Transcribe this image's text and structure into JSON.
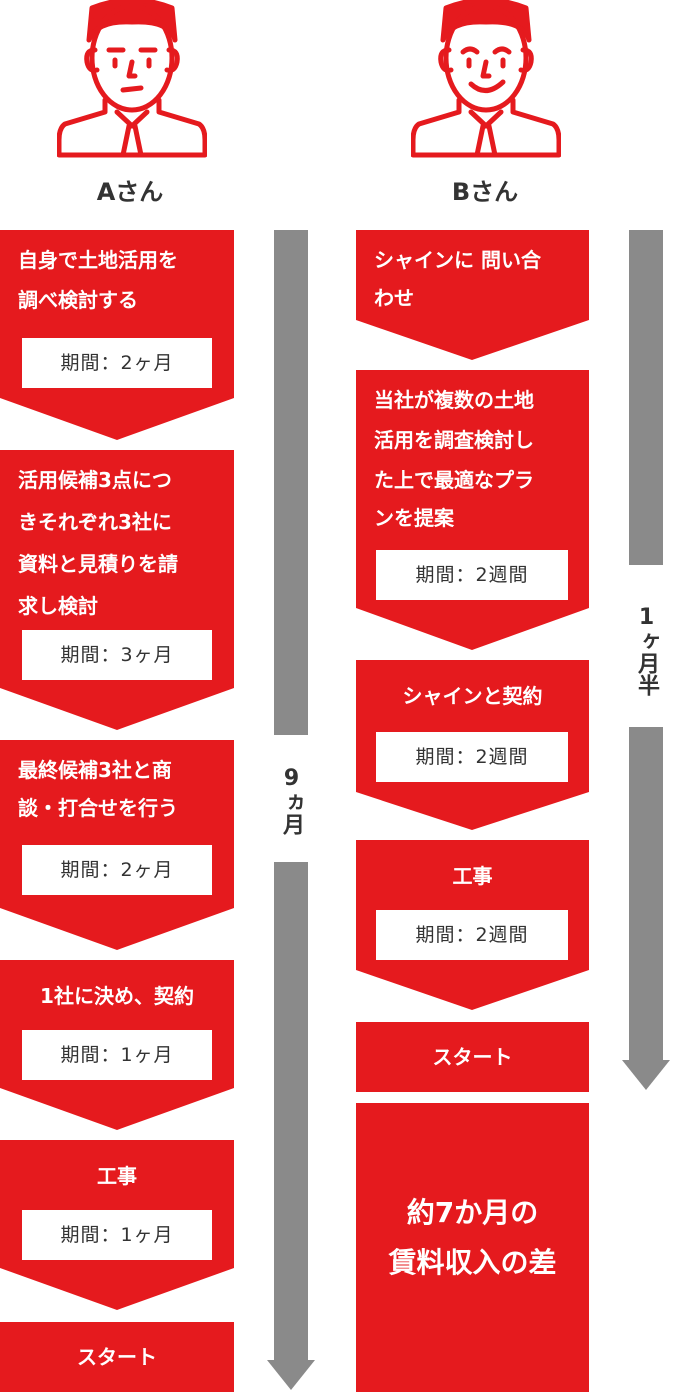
{
  "person_a": {
    "name": "Aさん",
    "steps": [
      {
        "lines": [
          "自身で土地活用を",
          "調べ検討する"
        ],
        "period": "期間：2ヶ月"
      },
      {
        "lines": [
          "活用候補3点につ",
          "きそれぞれ3社に",
          "資料と見積りを請",
          "求し検討"
        ],
        "period": "期間：3ヶ月"
      },
      {
        "lines": [
          "最終候補3社と商",
          "談・打合せを行う"
        ],
        "period": "期間：2ヶ月"
      },
      {
        "lines": [
          "1社に決め、契約"
        ],
        "period": "期間：1ヶ月"
      },
      {
        "lines": [
          "工事"
        ],
        "period": "期間：1ヶ月"
      }
    ],
    "start": "スタート",
    "duration": "9ヵ月"
  },
  "person_b": {
    "name": "Bさん",
    "steps": [
      {
        "lines": [
          "シャインに 問い合",
          "わせ"
        ]
      },
      {
        "lines": [
          "当社が複数の土地",
          "活用を調査検討し",
          "た上で最適なプラ",
          "ンを提案"
        ],
        "period": "期間：2週間"
      },
      {
        "lines": [
          "シャインと契約"
        ],
        "period": "期間：2週間"
      },
      {
        "lines": [
          "工事"
        ],
        "period": "期間：2週間"
      }
    ],
    "start": "スタート",
    "duration": "1ヶ月半"
  },
  "summary": {
    "lines": [
      "約7か月の",
      "賃料収入の差"
    ]
  },
  "colors": {
    "accent": "#e51a1e",
    "bar": "#8a8a8a",
    "text": "#333333"
  },
  "icons": {
    "person_a": "person-neutral-icon",
    "person_b": "person-smiling-icon",
    "arrow": "down-arrow-icon"
  }
}
